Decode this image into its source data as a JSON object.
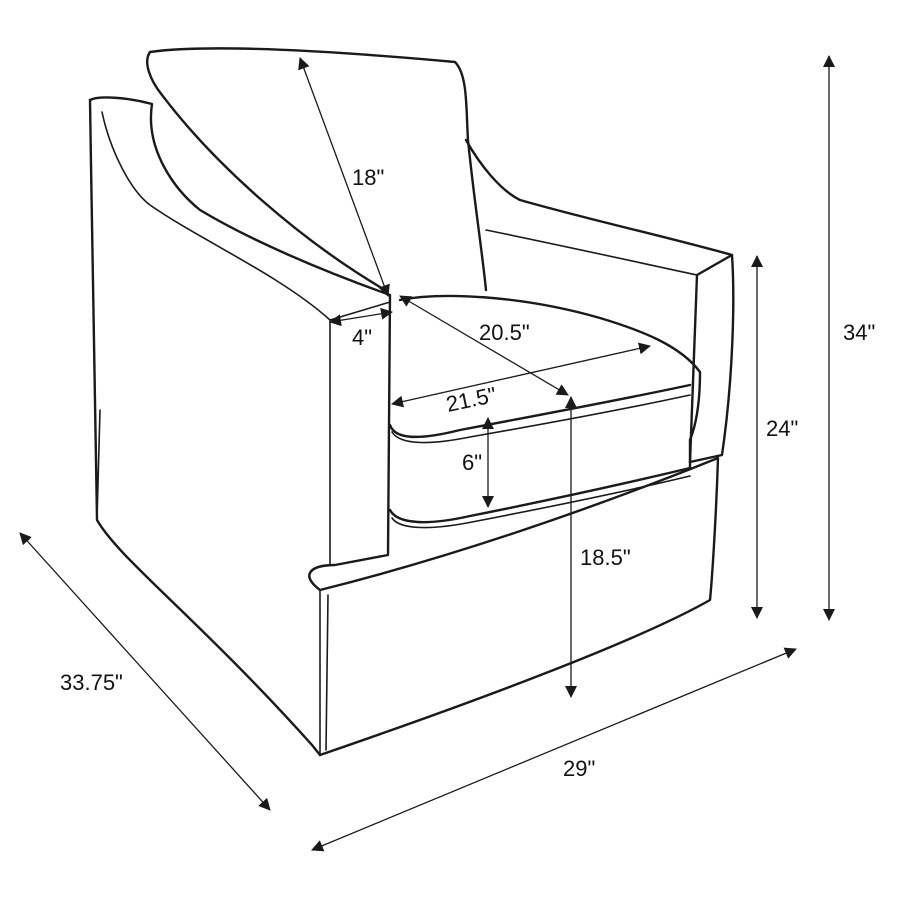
{
  "dimensions": {
    "back_cushion_height": "18\"",
    "arm_width": "4\"",
    "seat_depth": "20.5\"",
    "seat_width": "21.5\"",
    "cushion_thickness": "6\"",
    "seat_height": "18.5\"",
    "arm_height": "24\"",
    "overall_height": "34\"",
    "overall_depth": "33.75\"",
    "overall_width": "29\""
  },
  "colors": {
    "line": "#1a1a1a",
    "background": "#ffffff"
  }
}
